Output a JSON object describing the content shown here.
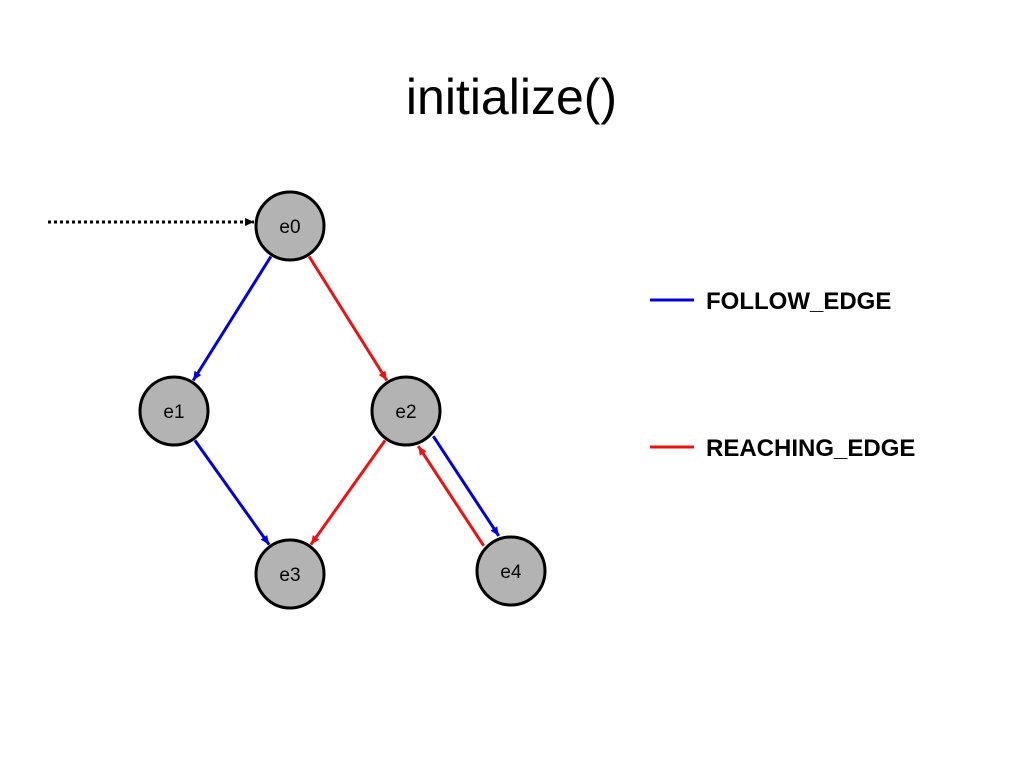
{
  "title": "initialize()",
  "colors": {
    "follow_edge": "#0000dd",
    "reaching_edge": "#ee1111",
    "node_fill": "#b3b3b3",
    "node_stroke": "#000000",
    "entry_arrow": "#000000"
  },
  "nodes": [
    {
      "id": "e0",
      "label": "e0"
    },
    {
      "id": "e1",
      "label": "e1"
    },
    {
      "id": "e2",
      "label": "e2"
    },
    {
      "id": "e3",
      "label": "e3"
    },
    {
      "id": "e4",
      "label": "e4"
    }
  ],
  "edges": [
    {
      "from": "e0",
      "to": "e1",
      "kind": "follow"
    },
    {
      "from": "e0",
      "to": "e2",
      "kind": "reaching"
    },
    {
      "from": "e1",
      "to": "e3",
      "kind": "follow"
    },
    {
      "from": "e2",
      "to": "e3",
      "kind": "reaching"
    },
    {
      "from": "e2",
      "to": "e4",
      "kind": "follow"
    },
    {
      "from": "e4",
      "to": "e2",
      "kind": "reaching"
    }
  ],
  "entry_arrow": {
    "to": "e0",
    "style": "dotted"
  },
  "legend": [
    {
      "kind": "follow",
      "label": "FOLLOW_EDGE"
    },
    {
      "kind": "reaching",
      "label": "REACHING_EDGE"
    }
  ]
}
